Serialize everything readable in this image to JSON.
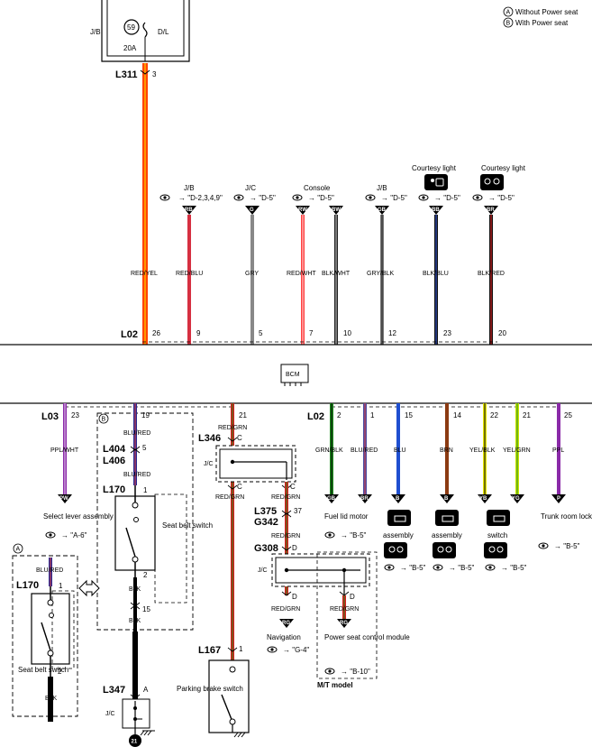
{
  "legend": {
    "a": "A",
    "a_text": "Without Power seat",
    "b": "B",
    "b_text": "With Power seat"
  },
  "top": {
    "jb": "J/B",
    "fuse_no": "59",
    "fuse_amp": "20A",
    "fuse_name": "D/L",
    "conn": "L311",
    "pin": "3"
  },
  "upper_wires": [
    {
      "color": "RED/YEL",
      "pin": "26",
      "hex": "#ff4400"
    },
    {
      "color": "RED/BLU",
      "pin": "9",
      "hex": "#d63041",
      "term": "RB",
      "loc": "J/B",
      "ref": "\"D-2,3,4,9\""
    },
    {
      "color": "GRY",
      "pin": "5",
      "hex": "#888888",
      "term": "G",
      "loc": "J/C",
      "ref": "\"D-5\""
    },
    {
      "color": "RED/WHT",
      "pin": "7",
      "hex": "#ff4040",
      "term": "RW",
      "loc": "Console",
      "ref": "\"D-5\""
    },
    {
      "color": "BLK/WHT",
      "pin": "10",
      "hex": "#222222",
      "term": "BW"
    },
    {
      "color": "GRY/BLK",
      "pin": "12",
      "hex": "#777777",
      "term": "GB",
      "loc": "J/B",
      "ref": "\"D-5\""
    },
    {
      "color": "BLK/BLU",
      "pin": "23",
      "hex": "#1a2a6e",
      "term": "BB",
      "loc": "Courtesy light",
      "ref": "\"D-5\""
    },
    {
      "color": "BLK/RED",
      "pin": "20",
      "hex": "#8a1a1a",
      "term": "BR",
      "loc": "Courtesy light",
      "ref": "\"D-5\""
    }
  ],
  "bcm": {
    "conn_top": "L02",
    "label": "BCM",
    "conn_bottom_left": "L03",
    "conn_bottom_right": "L02"
  },
  "left": {
    "pin23": "23",
    "ppl_wht": "PPL/WHT",
    "pw": "PW",
    "select_lever": "Select lever assembly",
    "ref_a6": "\"A-6\"",
    "pin19": "19",
    "blu_red": "BLU/RED",
    "l404": "L404",
    "pin5": "5",
    "l406": "L406",
    "blu_red2": "BLU/RED",
    "l170": "L170",
    "p1": "1",
    "p2": "2",
    "seat_belt_switch": "Seat belt switch",
    "blk": "BLK",
    "pin15": "15",
    "blk2": "BLK",
    "l347": "L347",
    "pin_a": "A",
    "jc": "J/C",
    "ground": "21",
    "mark_b": "B",
    "a_box": {
      "mark": "A",
      "blu_red": "BLU/RED",
      "l170": "L170",
      "p1": "1",
      "p2": "2",
      "seat_belt_switch": "Seat belt switch",
      "blk": "BLK"
    }
  },
  "middle": {
    "pin21": "21",
    "red_grn": "RED/GRN",
    "l346": "L346",
    "c": "C",
    "jc": "J/C",
    "red_grn2": "RED/GRN",
    "red_grn3": "RED/GRN",
    "l375": "L375",
    "pin37": "37",
    "g342": "G342",
    "red_grn4": "RED/GRN",
    "g308": "G308",
    "d": "D",
    "red_grn5": "RED/GRN",
    "red_grn6": "RED/GRN",
    "rg": "RG",
    "navigation": "Navigation",
    "ref_g4": "\"G-4\"",
    "power_seat": "Power seat control module",
    "ref_b10": "\"B-10\"",
    "mt_model": "M/T model",
    "l167": "L167",
    "pin1": "1",
    "parking_brake": "Parking brake switch"
  },
  "right": [
    {
      "pin": "2",
      "color": "GRN/BLK",
      "hex": "#1e8a1e",
      "term": "GB",
      "label": "Fuel lid motor",
      "ref": "\"B-5\""
    },
    {
      "pin": "1",
      "color": "BLU/RED",
      "hex": "#4a4aa0",
      "term": "BR"
    },
    {
      "pin": "15",
      "color": "BLU",
      "hex": "#1f4fd0",
      "term": "B",
      "label": "assembly",
      "ref": "\"B-5\""
    },
    {
      "pin": "14",
      "color": "BRN",
      "hex": "#8b3a12",
      "term": "B",
      "label": "assembly",
      "ref": "\"B-5\""
    },
    {
      "pin": "22",
      "color": "YEL/BLK",
      "hex": "#e6e600",
      "term": "YB",
      "label": "switch",
      "ref": "\"B-5\""
    },
    {
      "pin": "21",
      "color": "YEL/GRN",
      "hex": "#c8e400",
      "term": "YG"
    },
    {
      "pin": "25",
      "color": "PPL",
      "hex": "#8a2aa8",
      "term": "P",
      "label": "Trunk room lock solenoid",
      "ref": "\"B-5\""
    }
  ]
}
